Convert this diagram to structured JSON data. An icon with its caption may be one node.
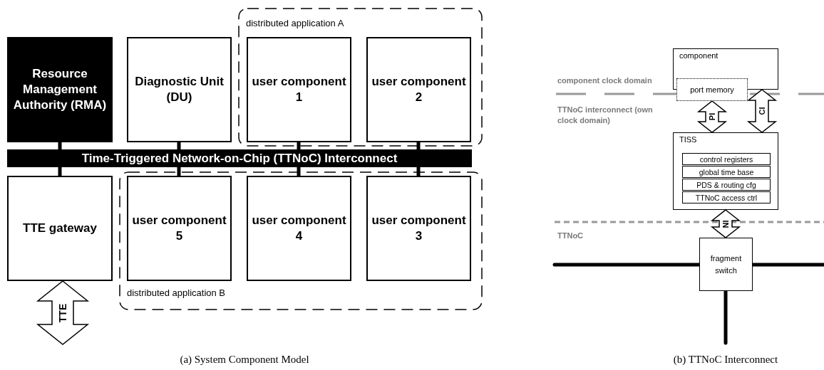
{
  "diagram": {
    "nodes": [
      {
        "text": [
          "distributed application A"
        ]
      },
      {
        "text": [
          "Resource Management Authority (RMA)"
        ]
      },
      {
        "text": [
          "Diagnostic Unit (DU)"
        ]
      },
      {
        "text": [
          "user component 1"
        ],
        "in": 0
      },
      {
        "text": [
          "user component 2"
        ],
        "in": 0
      },
      {
        "text": [
          "Time-Triggered Network-on-Chip (TTNoC) Interconnect"
        ]
      },
      {
        "text": [
          "distributed application B"
        ]
      },
      {
        "text": [
          "TTE gateway"
        ]
      },
      {
        "text": [
          "user component 5"
        ],
        "in": 6
      },
      {
        "text": [
          "user component 4"
        ],
        "in": 6
      },
      {
        "text": [
          "user component 3"
        ],
        "in": 6
      },
      {
        "text": [
          "component"
        ]
      },
      {
        "text": [
          "port memory"
        ]
      },
      {
        "text": [
          "TISS"
        ]
      },
      {
        "text": [
          "control registers"
        ],
        "in": 13
      },
      {
        "text": [
          "global time base"
        ],
        "in": 13
      },
      {
        "text": [
          "PDS & routing cfg"
        ],
        "in": 13
      },
      {
        "text": [
          "TTNoC access ctrl"
        ],
        "in": 13
      },
      {
        "text": [
          "fragment switch"
        ]
      }
    ],
    "edges": [
      {
        "from": 1,
        "to": 5,
        "arrow": "none"
      },
      {
        "from": 2,
        "to": 5,
        "arrow": "none"
      },
      {
        "from": 3,
        "to": 5,
        "arrow": "none"
      },
      {
        "from": 4,
        "to": 5,
        "arrow": "none"
      },
      {
        "from": 5,
        "to": 7,
        "arrow": "none"
      },
      {
        "from": 5,
        "to": 8,
        "arrow": "none"
      },
      {
        "from": 5,
        "to": 9,
        "arrow": "none"
      },
      {
        "from": 5,
        "to": 10,
        "arrow": "none"
      },
      {
        "from": 7,
        "to": null,
        "arrow": "both",
        "label": "TTE"
      },
      {
        "from": 12,
        "to": 13,
        "arrow": "both",
        "label": "PI"
      },
      {
        "from": 11,
        "to": 13,
        "arrow": "both",
        "label": "CI"
      },
      {
        "from": 13,
        "to": 18,
        "arrow": "both",
        "label": "NI"
      },
      {
        "from": 18,
        "to": null,
        "arrow": "none"
      },
      {
        "from": 18,
        "to": null,
        "arrow": "none"
      },
      {
        "from": 18,
        "to": null,
        "arrow": "none"
      }
    ],
    "labels": [
      "component clock domain",
      "TTNoC interconnect (own clock domain)",
      "TTNoC",
      "(a) System Component Model",
      "(b) TTNoC Interconnect"
    ]
  }
}
